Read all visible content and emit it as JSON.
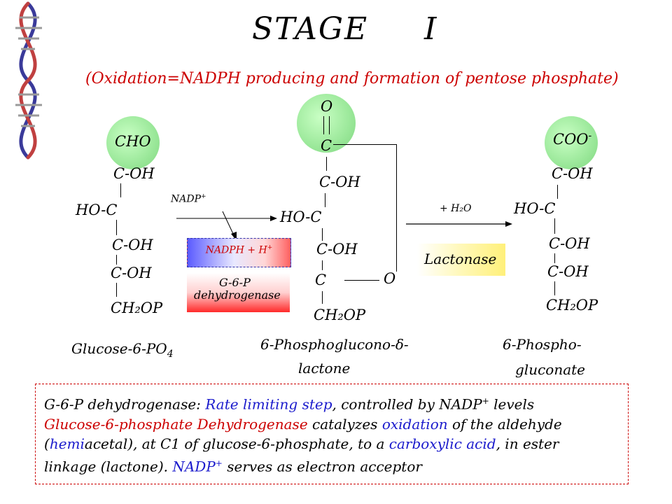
{
  "title": "STAGE     I",
  "subtitle": "(Oxidation=NADPH producing and formation of pentose phosphate)",
  "glucose": {
    "c1": "CHO",
    "c2": "C-OH",
    "c3": "HO-C",
    "c4": "C-OH",
    "c5": "C-OH",
    "c6": "CH₂OP",
    "name": "Glucose-6-PO",
    "name_sub": "4"
  },
  "lactone": {
    "o_top": "O",
    "c1": "C",
    "c2": "C-OH",
    "c3": "HO-C",
    "c4": "C-OH",
    "c5": "C",
    "ring_o": "O",
    "c6": "CH₂OP",
    "name_line1": "6-Phosphoglucono-δ-",
    "name_line2": "lactone"
  },
  "gluconate": {
    "c1": "COO",
    "c1_sup": "-",
    "c2": "C-OH",
    "c3": "HO-C",
    "c4": "C-OH",
    "c5": "C-OH",
    "c6": "CH₂OP",
    "name_line1": "6-Phospho-",
    "name_line2": "gluconate"
  },
  "reaction1": {
    "cofactor_in": "NADP",
    "cofactor_in_sup": "+",
    "cofactor_out": "NADPH + H",
    "cofactor_out_sup": "+",
    "enzyme_line1": "G-6-P",
    "enzyme_line2": "dehydrogenase"
  },
  "reaction2": {
    "water": "+ H₂O",
    "enzyme": "Lactonase"
  },
  "info": {
    "l1_a": "G-6-P dehydrogenase: ",
    "l1_b": "Rate limiting step",
    "l1_c": ", controlled by NADP",
    "l1_sup": "+",
    "l1_d": " levels",
    "l2_a": "Glucose-6-phosphate Dehydrogenase",
    "l2_b": " catalyzes ",
    "l2_c": "oxidation",
    "l2_d": " of the aldehyde",
    "l3_a": "(",
    "l3_b": "hemi",
    "l3_c": "acetal), at C1 of glucose-6-phosphate, to a ",
    "l3_d": "carboxylic acid",
    "l3_e": ", in ester",
    "l4_a": "linkage (lactone). ",
    "l4_b": "NADP",
    "l4_sup": "+",
    "l4_c": " serves as electron acceptor"
  },
  "colors": {
    "red": "#cc0000",
    "blue": "#1a1acc",
    "circle": "#9be89a"
  },
  "icons": {
    "dna": "dna-helix-icon"
  }
}
